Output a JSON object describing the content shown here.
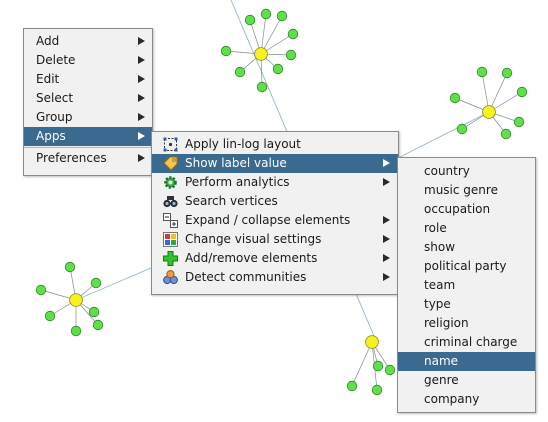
{
  "main_menu": {
    "items": [
      {
        "label": "Add",
        "has_submenu": true
      },
      {
        "label": "Delete",
        "has_submenu": true
      },
      {
        "label": "Edit",
        "has_submenu": true
      },
      {
        "label": "Select",
        "has_submenu": true
      },
      {
        "label": "Group",
        "has_submenu": true
      },
      {
        "label": "Apps",
        "has_submenu": true,
        "highlighted": true
      },
      {
        "label": "Preferences",
        "has_submenu": true
      }
    ]
  },
  "apps_menu": {
    "items": [
      {
        "label": "Apply lin-log layout",
        "icon": "layout-icon",
        "has_submenu": false
      },
      {
        "label": "Show label value",
        "icon": "tag-icon",
        "has_submenu": true,
        "highlighted": true
      },
      {
        "label": "Perform analytics",
        "icon": "gear-icon",
        "has_submenu": true
      },
      {
        "label": "Search vertices",
        "icon": "binoculars-icon",
        "has_submenu": false
      },
      {
        "label": "Expand / collapse elements",
        "icon": "expand-collapse-icon",
        "has_submenu": true
      },
      {
        "label": "Change visual settings",
        "icon": "palette-icon",
        "has_submenu": true
      },
      {
        "label": "Add/remove elements",
        "icon": "plus-icon",
        "has_submenu": true
      },
      {
        "label": "Detect communities",
        "icon": "communities-icon",
        "has_submenu": true
      }
    ]
  },
  "label_menu": {
    "items": [
      "country",
      "music genre",
      "occupation",
      "role",
      "show",
      "political party",
      "team",
      "type",
      "religion",
      "criminal charge",
      "name",
      "genre",
      "company"
    ],
    "highlighted": "name"
  },
  "colors": {
    "highlight": "#3a6a8f",
    "menu_bg": "#f1f1f1",
    "node_leaf": "#5fe04a",
    "node_center": "#f7f21f",
    "edge": "#8fb7cf"
  }
}
